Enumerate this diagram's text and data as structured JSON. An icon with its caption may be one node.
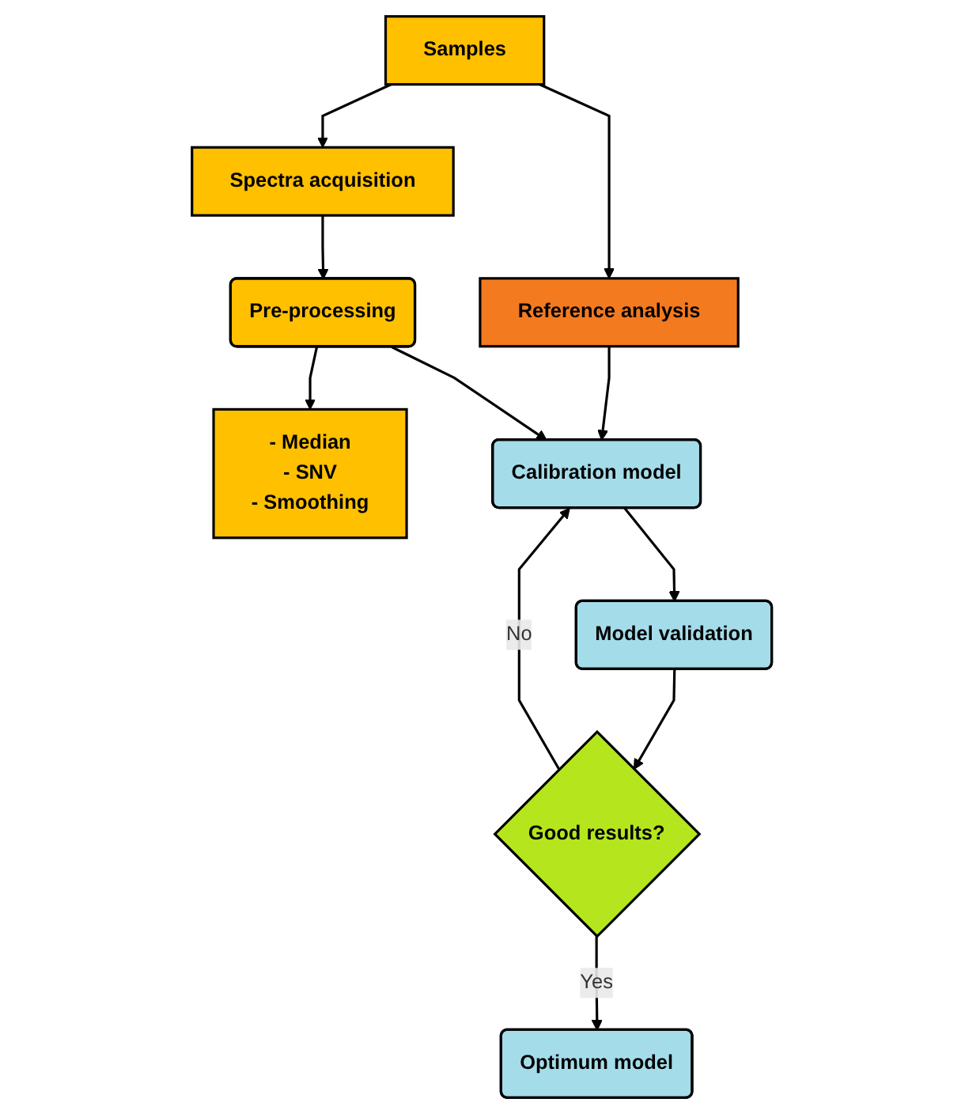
{
  "diagram": {
    "nodes": [
      {
        "text": [
          "Samples"
        ]
      },
      {
        "text": [
          "Reference analysis"
        ]
      },
      {
        "text": [
          "Spectra acquisition"
        ]
      },
      {
        "text": [
          "Pre-processing"
        ]
      },
      {
        "text": [
          "- Median",
          "- SNV",
          "- Smoothing"
        ]
      },
      {
        "text": [
          "Calibration model"
        ]
      },
      {
        "text": [
          "Model validation"
        ]
      },
      {
        "text": [
          "Good results?"
        ]
      },
      {
        "text": [
          "Optimum model"
        ]
      }
    ],
    "edges": [
      {
        "from": 0,
        "to": 1,
        "arrow": "to"
      },
      {
        "from": 0,
        "to": 2,
        "arrow": "to"
      },
      {
        "from": 2,
        "to": 3,
        "arrow": "to"
      },
      {
        "from": 3,
        "to": 4,
        "arrow": "to"
      },
      {
        "from": 1,
        "to": 5,
        "arrow": "to"
      },
      {
        "from": 3,
        "to": 5,
        "arrow": "to"
      },
      {
        "from": 5,
        "to": 6,
        "arrow": "to"
      },
      {
        "from": 6,
        "to": 7,
        "arrow": "to"
      },
      {
        "from": 7,
        "to": 5,
        "label": "No",
        "arrow": "to"
      },
      {
        "from": 7,
        "to": 8,
        "label": "Yes",
        "arrow": "to"
      }
    ]
  }
}
